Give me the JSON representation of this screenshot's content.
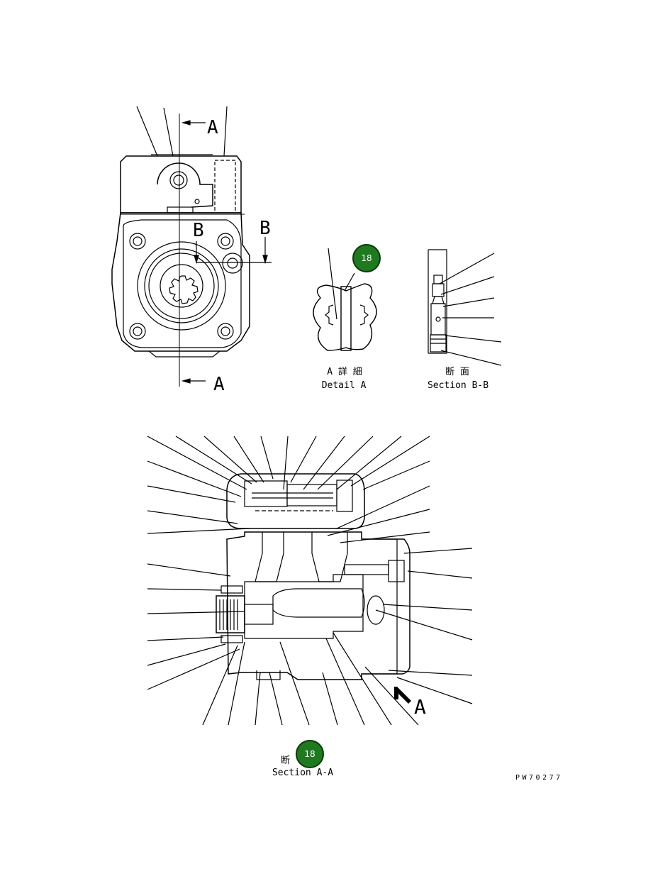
{
  "section_markers": {
    "a_top": "A",
    "a_bottom": "A",
    "b_left": "B",
    "b_right": "B",
    "a_arrow": "A"
  },
  "detail_a": {
    "jp": "A 詳 細",
    "en": "Detail A"
  },
  "section_bb": {
    "jp": "断 面",
    "en": "Section B-B"
  },
  "section_aa": {
    "jp": "断",
    "en": "Section A-A"
  },
  "badges": [
    {
      "number": "18",
      "color": "#1f7a1f"
    },
    {
      "number": "18",
      "color": "#1f7a1f"
    }
  ],
  "drawing_code": "PW70277"
}
